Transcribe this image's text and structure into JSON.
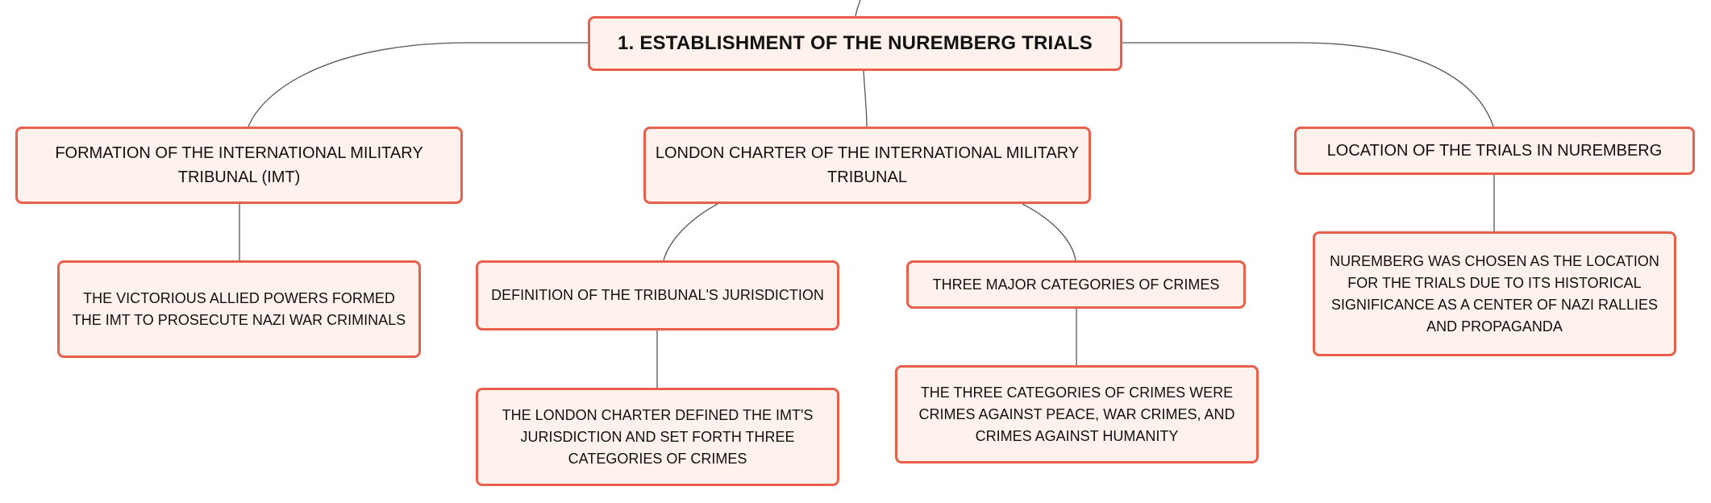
{
  "diagram": {
    "root": {
      "label": "1. ESTABLISHMENT OF THE NUREMBERG TRIALS"
    },
    "topics": [
      {
        "label": "FORMATION OF THE INTERNATIONAL MILITARY TRIBUNAL (IMT)",
        "children": [
          {
            "label": "THE VICTORIOUS ALLIED POWERS FORMED THE IMT TO PROSECUTE NAZI WAR CRIMINALS"
          }
        ]
      },
      {
        "label": "LONDON CHARTER OF THE INTERNATIONAL MILITARY TRIBUNAL",
        "children": [
          {
            "label": "DEFINITION OF THE TRIBUNAL'S JURISDICTION",
            "children": [
              {
                "label": "THE LONDON CHARTER DEFINED THE IMT'S JURISDICTION AND SET FORTH THREE CATEGORIES OF CRIMES"
              }
            ]
          },
          {
            "label": "THREE MAJOR CATEGORIES OF CRIMES",
            "children": [
              {
                "label": "THE THREE CATEGORIES OF CRIMES WERE CRIMES AGAINST PEACE, WAR CRIMES, AND CRIMES AGAINST HUMANITY"
              }
            ]
          }
        ]
      },
      {
        "label": "LOCATION OF THE TRIALS IN NUREMBERG",
        "children": [
          {
            "label": "NUREMBERG WAS CHOSEN AS THE LOCATION FOR THE TRIALS DUE TO ITS HISTORICAL SIGNIFICANCE AS A CENTER OF NAZI RALLIES AND PROPAGANDA"
          }
        ]
      }
    ],
    "colors": {
      "node_fill": "#fff1ec",
      "node_border": "#e8604c",
      "connector": "#555555",
      "text": "#111111"
    }
  }
}
